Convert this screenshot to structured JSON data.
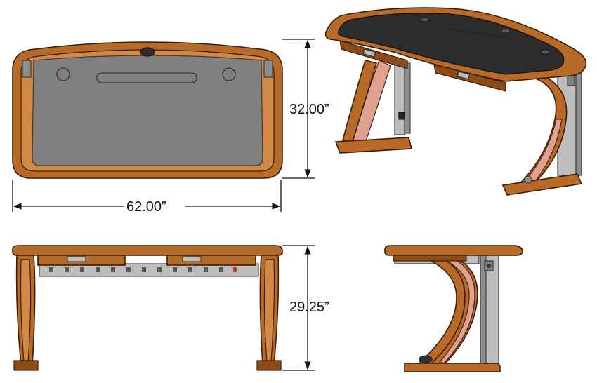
{
  "dimensions": {
    "depth": "32.00”",
    "width": "62.00”",
    "height": "29.25”"
  },
  "colors": {
    "wood": "#b86a28",
    "pad": "#808080",
    "pad_dark": "#2c2c2c",
    "metal": "#bdbdbd",
    "lines": "#111111"
  }
}
